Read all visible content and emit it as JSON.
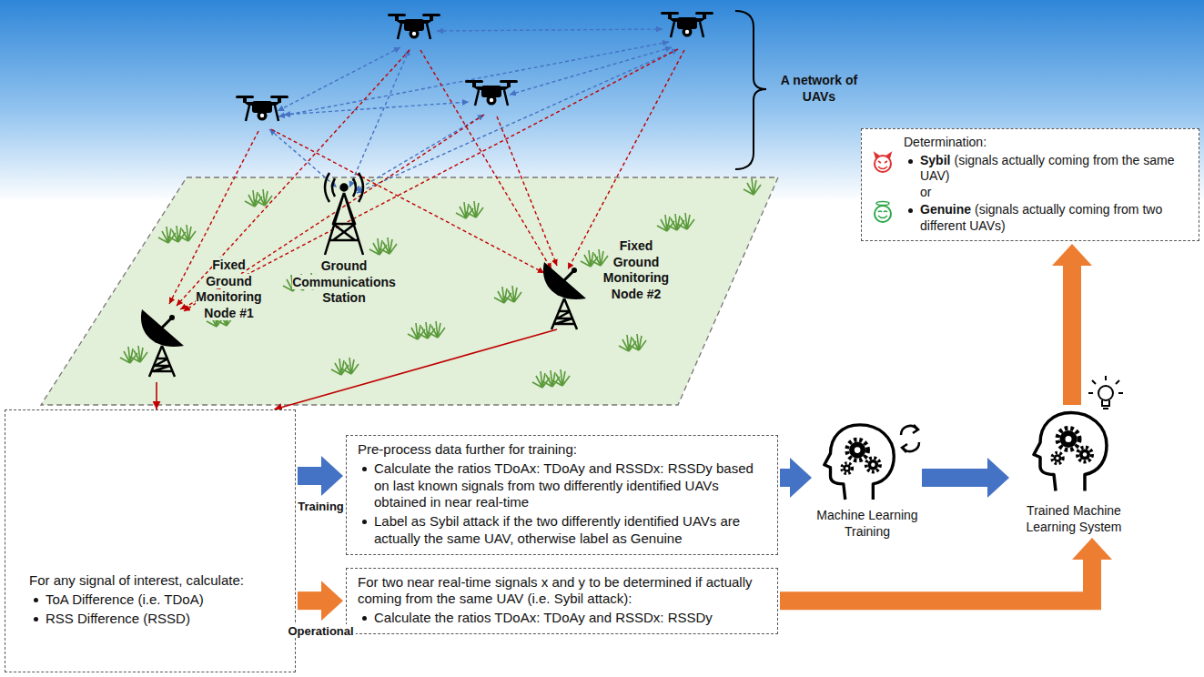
{
  "diagram": {
    "nodes": [
      {
        "text": [
          "Ground Communications Station"
        ]
      },
      {
        "text": [
          "Fixed Ground Monitoring Node #1"
        ]
      },
      {
        "text": [
          "Fixed Ground Monitoring Node #2"
        ]
      },
      {
        "text": [
          "For any signal of interest, calculate:",
          "ToA Difference (i.e. TDoA)",
          "RSS Difference (RSSD)"
        ]
      },
      {
        "text": [
          "Pre-process data further for training:",
          "Calculate the ratios TDoAx: TDoAy and RSSDx: RSSDy based on last known signals from two differently identified UAVs obtained in near real-time",
          "Label as Sybil attack if the two differently identified UAVs are actually the same UAV, otherwise label as Genuine"
        ]
      },
      {
        "text": [
          "For two near real-time signals x and y to be determined if actually coming from the same UAV (i.e. Sybil attack):",
          "Calculate the ratios TDoAx: TDoAy and RSSDx: RSSDy"
        ]
      },
      {
        "text": [
          "Machine Learning Training"
        ]
      },
      {
        "text": [
          "Trained Machine Learning System"
        ]
      },
      {
        "text": [
          "Determination:",
          "Sybil",
          "(signals actually coming from the same UAV)",
          "or",
          "Genuine",
          "(signals actually coming from two different UAVs)"
        ]
      }
    ],
    "edges": [
      {
        "from": 1,
        "to": 3,
        "arrow": "to"
      },
      {
        "from": 2,
        "to": 3,
        "arrow": "to"
      },
      {
        "from": 3,
        "to": 4,
        "arrow": "to",
        "label": "Training"
      },
      {
        "from": 3,
        "to": 5,
        "arrow": "to",
        "label": "Operational"
      },
      {
        "from": 4,
        "to": 6,
        "arrow": "to"
      },
      {
        "from": 6,
        "to": 7,
        "arrow": "to"
      },
      {
        "from": 5,
        "to": 7,
        "arrow": "to"
      },
      {
        "from": 7,
        "to": 8,
        "arrow": "to"
      }
    ],
    "labels": [
      "A network of UAVs"
    ]
  }
}
